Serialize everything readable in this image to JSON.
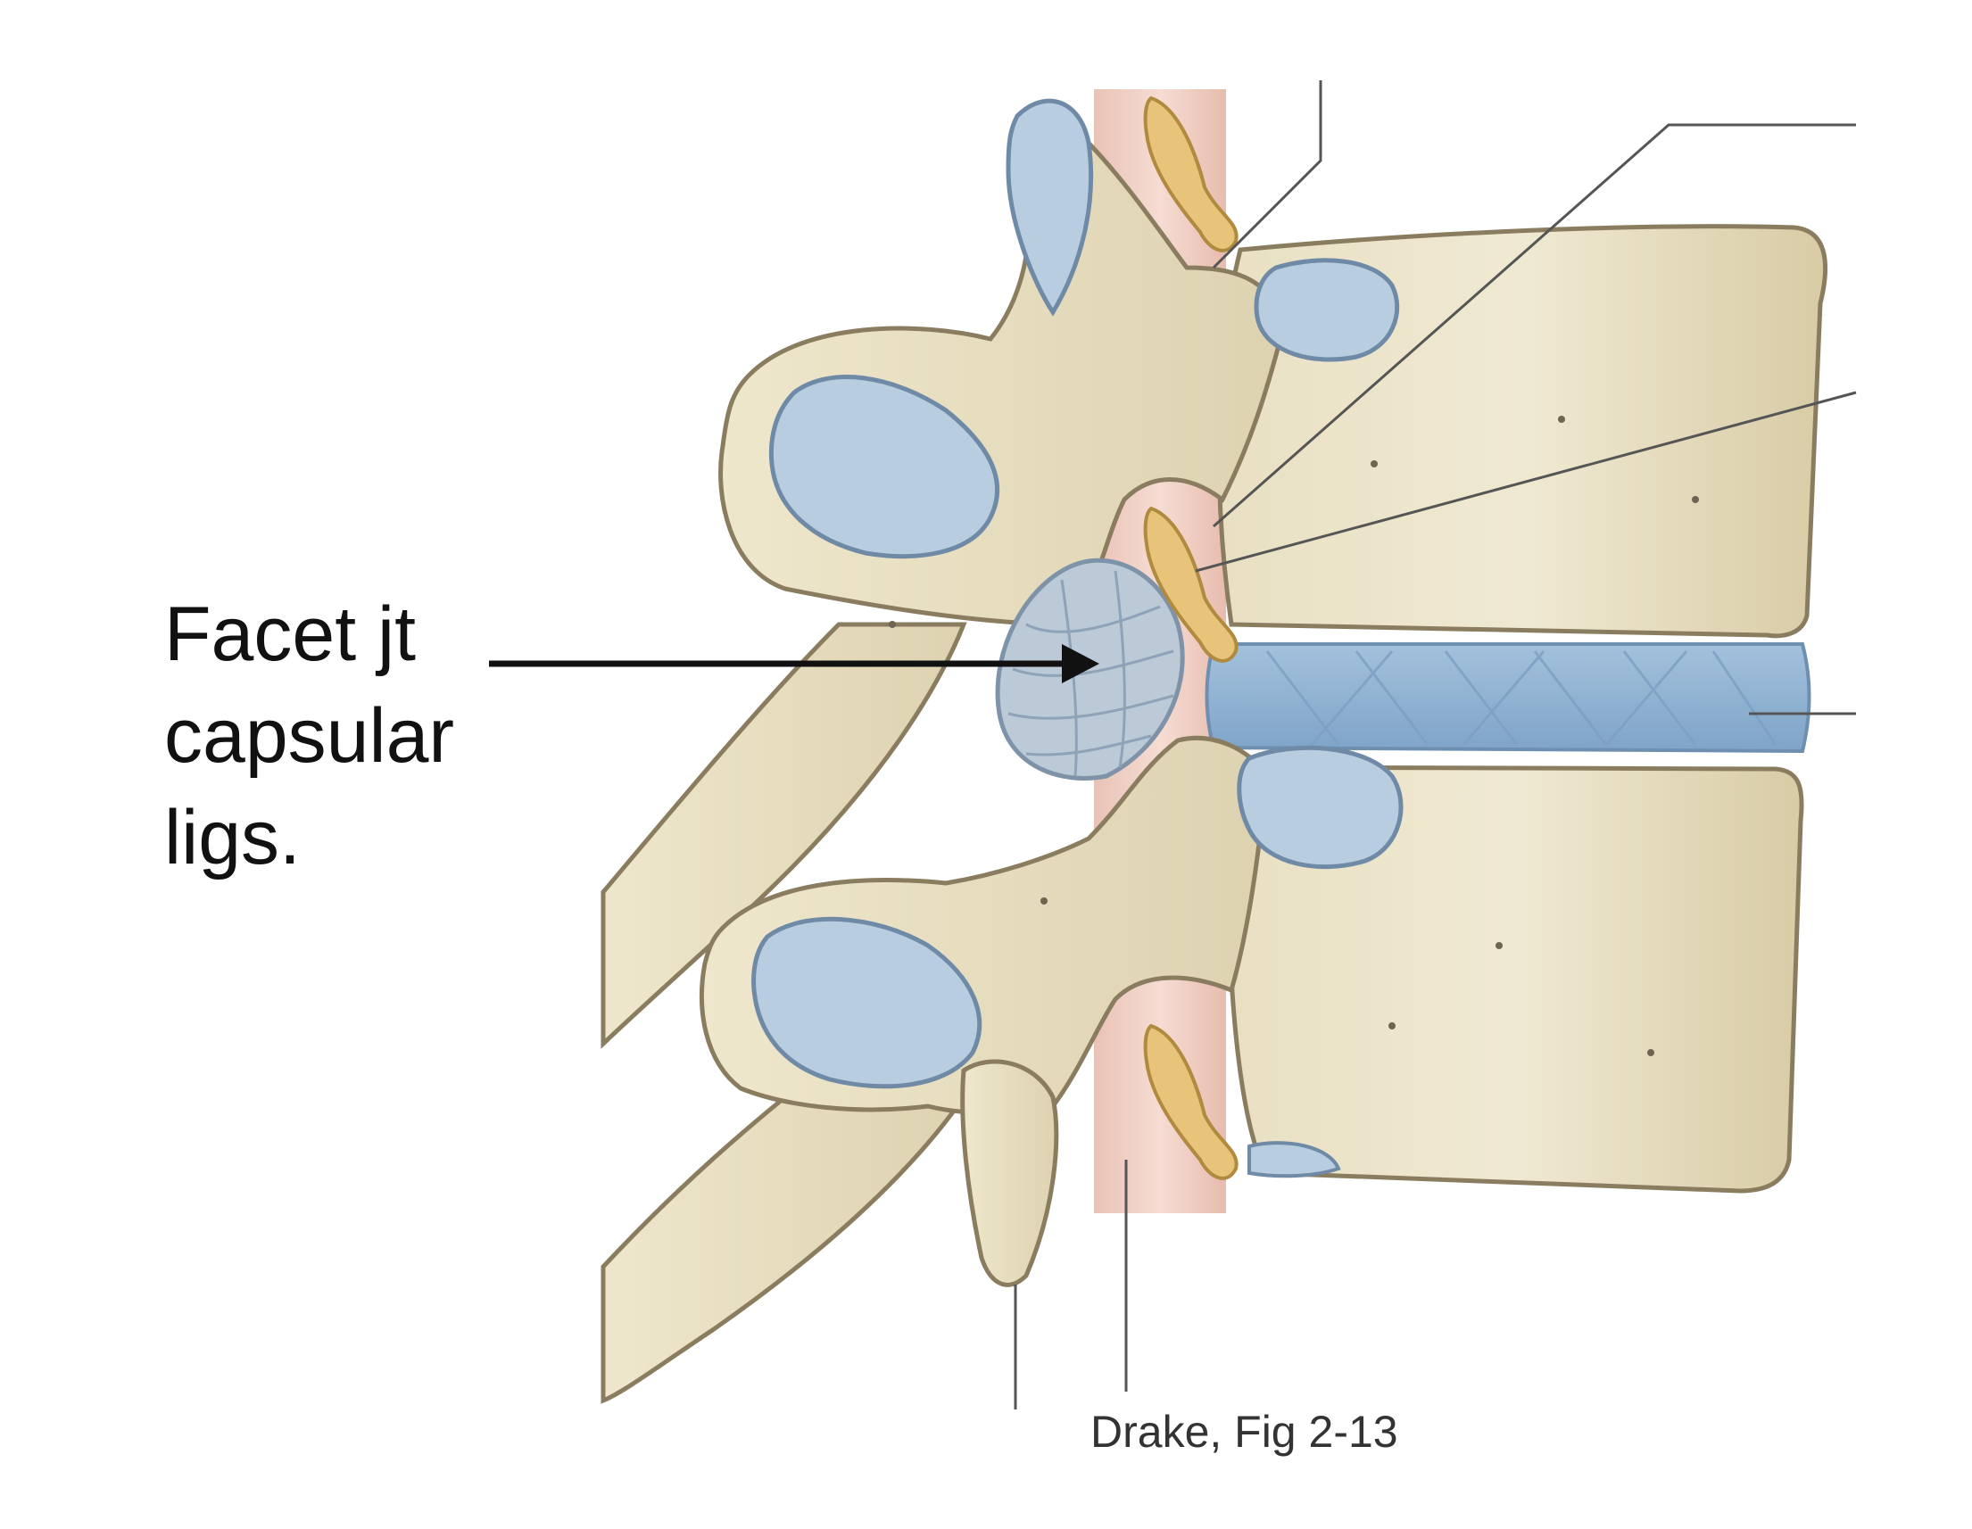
{
  "annotation": {
    "lines": [
      "Facet jt",
      "capsular",
      "ligs."
    ]
  },
  "caption": "Drake, Fig 2-13",
  "colors": {
    "bone": "#e8dfc2",
    "bone_shadow": "#c9bc95",
    "outline": "#8a7d5f",
    "cartilage": "#b9cde0",
    "disc": "#8fb2d3",
    "nerve": "#e8c47a",
    "dura": "#efcfc4",
    "leader_line": "#555555",
    "arrow": "#111111"
  },
  "icons": [
    "pointer-arrow"
  ]
}
